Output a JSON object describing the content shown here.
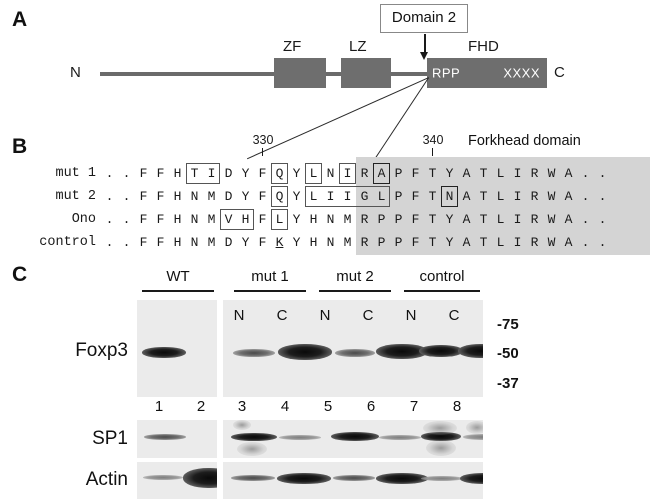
{
  "figure": {
    "panels": [
      "A",
      "B",
      "C"
    ]
  },
  "panelA": {
    "letter": "A",
    "n_terminus": "N",
    "c_terminus": "C",
    "domain_labels": [
      "ZF",
      "LZ",
      "FHD"
    ],
    "callout": "Domain 2",
    "fhd_motif": "RPP",
    "fhd_tail": "XXXX"
  },
  "panelB": {
    "letter": "B",
    "position_markers": [
      "330",
      "340"
    ],
    "region_label": "Forkhead domain",
    "rows": [
      {
        "label": "mut 1",
        "residues": [
          ".",
          ".",
          "F",
          "F",
          "H",
          "T",
          "I",
          "D",
          "Y",
          "F",
          "Q",
          "Y",
          "L",
          "N",
          "I",
          "R",
          "A",
          "P",
          "F",
          "T",
          "Y",
          "A",
          "T",
          "L",
          "I",
          "R",
          "W",
          "A",
          ".",
          "."
        ]
      },
      {
        "label": "mut 2",
        "residues": [
          ".",
          ".",
          "F",
          "F",
          "H",
          "N",
          "M",
          "D",
          "Y",
          "F",
          "Q",
          "Y",
          "L",
          "I",
          "I",
          "G",
          "L",
          "P",
          "F",
          "T",
          "N",
          "A",
          "T",
          "L",
          "I",
          "R",
          "W",
          "A",
          ".",
          "."
        ]
      },
      {
        "label": "Ono",
        "residues": [
          ".",
          ".",
          "F",
          "F",
          "H",
          "N",
          "M",
          "V",
          "H",
          "F",
          "L",
          "Y",
          "H",
          "N",
          "M",
          "R",
          "P",
          "P",
          "F",
          "T",
          "Y",
          "A",
          "T",
          "L",
          "I",
          "R",
          "W",
          "A",
          ".",
          "."
        ]
      },
      {
        "label": "control",
        "residues": [
          ".",
          ".",
          "F",
          "F",
          "H",
          "N",
          "M",
          "D",
          "Y",
          "F",
          "K",
          "Y",
          "H",
          "N",
          "M",
          "R",
          "P",
          "P",
          "F",
          "T",
          "Y",
          "A",
          "T",
          "L",
          "I",
          "R",
          "W",
          "A",
          ".",
          "."
        ]
      }
    ],
    "underlined": [
      {
        "row": 3,
        "index": 10
      }
    ],
    "boxes": [
      {
        "row": 0,
        "start": 5,
        "end": 6,
        "weight": "light"
      },
      {
        "row": 0,
        "start": 10,
        "end": 10,
        "weight": "light"
      },
      {
        "row": 0,
        "start": 12,
        "end": 12,
        "weight": "light"
      },
      {
        "row": 0,
        "start": 14,
        "end": 14,
        "weight": "light"
      },
      {
        "row": 0,
        "start": 16,
        "end": 16,
        "weight": "dark"
      },
      {
        "row": 1,
        "start": 10,
        "end": 10,
        "weight": "light"
      },
      {
        "row": 1,
        "start": 12,
        "end": 16,
        "weight": "light"
      },
      {
        "row": 1,
        "start": 20,
        "end": 20,
        "weight": "dark"
      },
      {
        "row": 2,
        "start": 7,
        "end": 8,
        "weight": "light"
      },
      {
        "row": 2,
        "start": 10,
        "end": 10,
        "weight": "light"
      }
    ]
  },
  "panelC": {
    "letter": "C",
    "groups": [
      "WT",
      "mut 1",
      "mut 2",
      "control"
    ],
    "fraction_labels": [
      "N",
      "C",
      "N",
      "C",
      "N",
      "C"
    ],
    "lane_numbers": [
      "1",
      "2",
      "3",
      "4",
      "5",
      "6",
      "7",
      "8"
    ],
    "mw_markers": [
      "-75",
      "-50",
      "-37"
    ],
    "blot_names": [
      "Foxp3",
      "SP1",
      "Actin"
    ]
  },
  "colors": {
    "domain_fill": "#6e6e6e",
    "backbone": "#6b6b6b",
    "shade": "#d4d4d4",
    "blot_bg": "#ebebeb",
    "text": "#1a1a1a"
  }
}
